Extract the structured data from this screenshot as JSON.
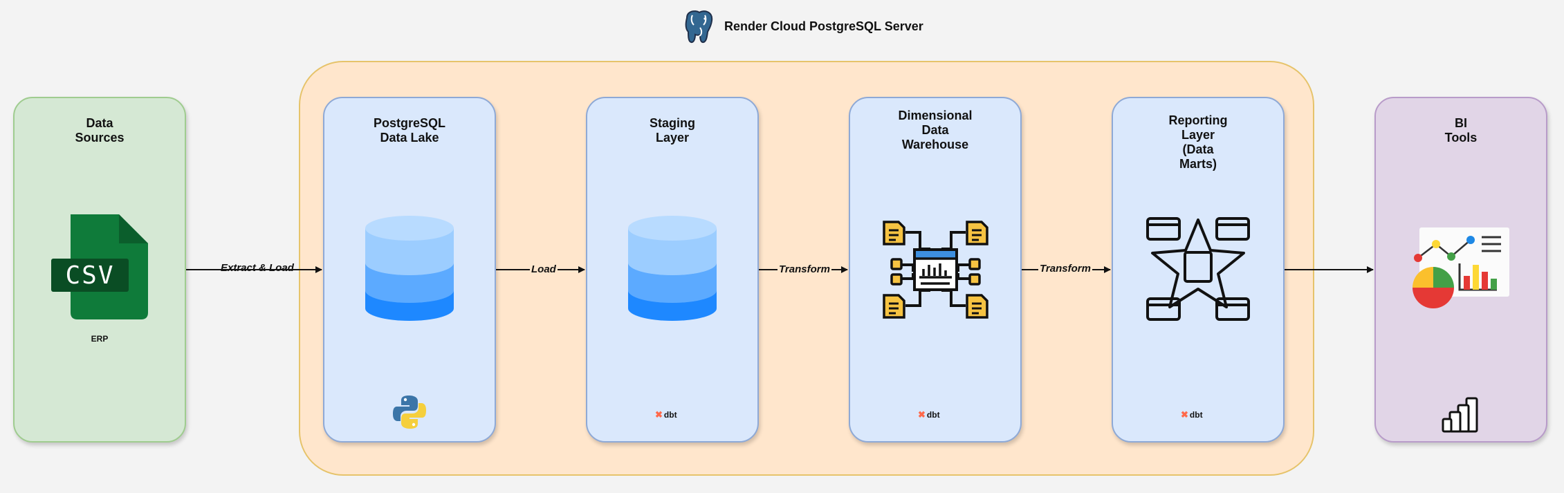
{
  "title": "Render Cloud PostgreSQL Server",
  "panels": {
    "sources": {
      "title": "Data\nSources",
      "file_badge": "CSV",
      "caption": "ERP"
    },
    "lake": {
      "title": "PostgreSQL\nData Lake"
    },
    "staging": {
      "title": "Staging\nLayer",
      "tool": "dbt"
    },
    "warehouse": {
      "title": "Dimensional\nData\nWarehouse",
      "tool": "dbt"
    },
    "reporting": {
      "title": "Reporting\nLayer\n(Data\nMarts)",
      "tool": "dbt"
    },
    "bi": {
      "title": "BI\nTools"
    }
  },
  "edges": {
    "e1": "Extract & Load",
    "e2": "Load",
    "e3": "Transform",
    "e4": "Transform"
  },
  "colors": {
    "green_fill": "#d5e8d4",
    "blue_fill": "#dae8fc",
    "purple_fill": "#e1d5e7",
    "cloud_fill": "#ffe6cc",
    "db_blue": "#1e88ff"
  }
}
